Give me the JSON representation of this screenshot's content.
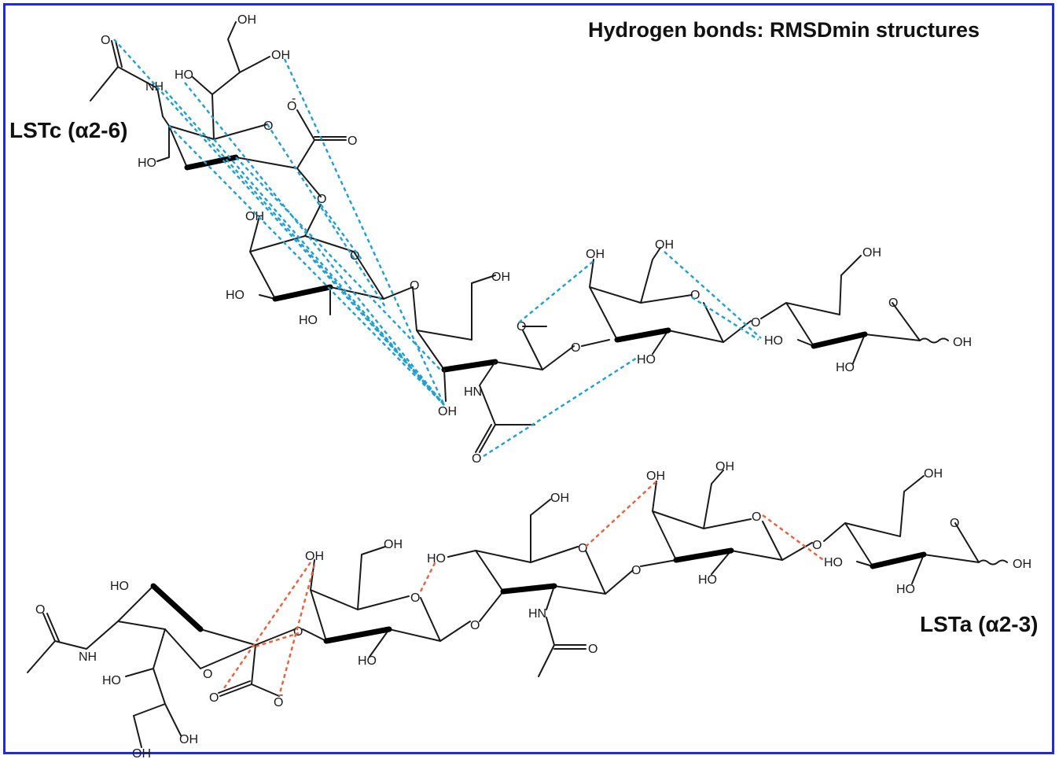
{
  "title": "Hydrogen bonds: RMSDmin structures",
  "molecules": {
    "top": {
      "label": "LSTc (α2-6)",
      "hbond_color": "#1ea0d2"
    },
    "bottom": {
      "label": "LSTa (α2-3)",
      "hbond_color": "#e8603c"
    }
  },
  "atom_labels": {
    "OH": "OH",
    "HO": "HO",
    "O": "O",
    "NH": "NH",
    "HN": "HN",
    "Ominus": "O",
    "minus": "-"
  },
  "colors": {
    "frame": "#1f2bd6",
    "bond": "#1a1a1a"
  }
}
